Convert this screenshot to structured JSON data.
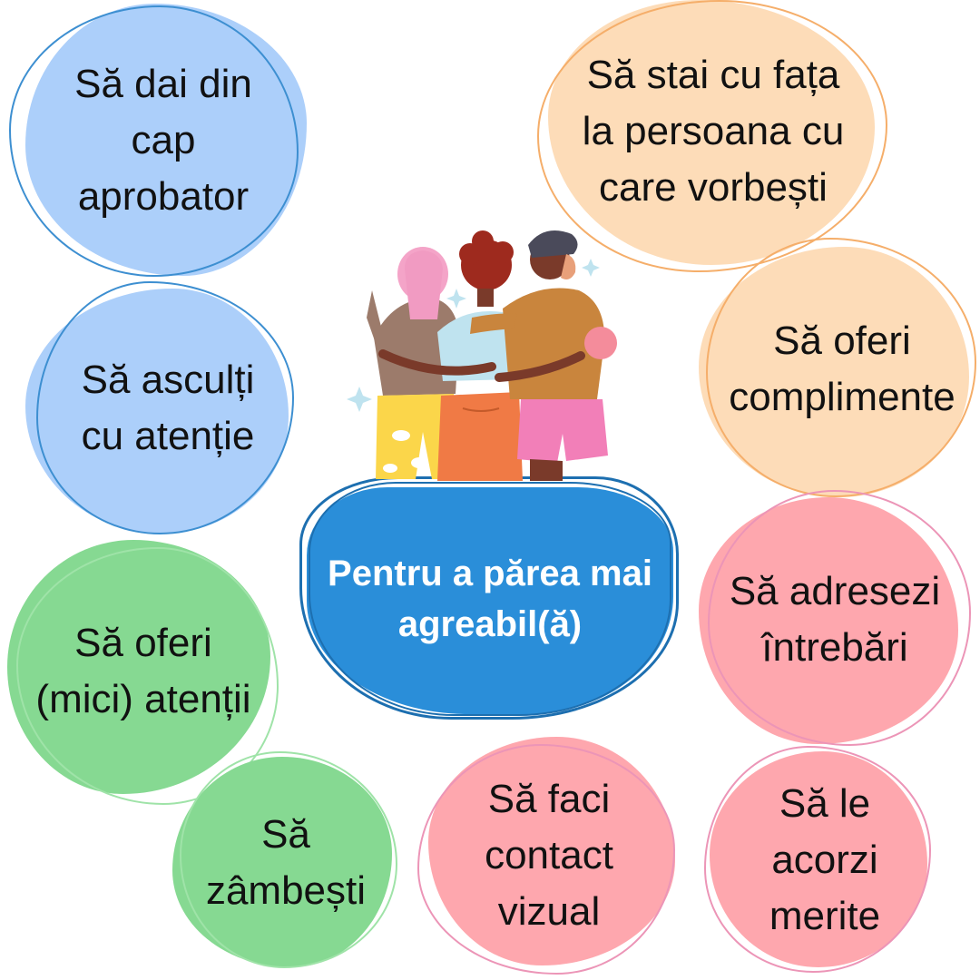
{
  "center": {
    "line1": "Pentru a părea mai",
    "line2": "agreabil(ă)"
  },
  "bubbles": {
    "nod": {
      "lines": [
        "Să dai din",
        "cap",
        "aprobator"
      ],
      "color": "#accffa"
    },
    "listen": {
      "lines": [
        "Să asculți",
        "cu atenție"
      ],
      "color": "#accffa"
    },
    "attentions": {
      "lines": [
        "Să oferi",
        "(mici) atenții"
      ],
      "color": "#86d992"
    },
    "smile": {
      "lines": [
        "Să",
        "zâmbești"
      ],
      "color": "#86d992"
    },
    "eye": {
      "lines": [
        "Să faci",
        "contact",
        "vizual"
      ],
      "color": "#fea7ae"
    },
    "face": {
      "lines": [
        "Să stai cu fața",
        "la persoana cu",
        "care vorbești"
      ],
      "color": "#fddcb8"
    },
    "compliments": {
      "lines": [
        "Să oferi",
        "complimente"
      ],
      "color": "#fddcb8"
    },
    "questions": {
      "lines": [
        "Să adresezi",
        "întrebări"
      ],
      "color": "#fea7ae"
    },
    "merits": {
      "lines": [
        "Să le",
        "acorzi",
        "merite"
      ],
      "color": "#fea7ae"
    }
  },
  "illustration": {
    "icon": "three-friends-hugging-illustration"
  },
  "colors": {
    "blue": "#accffa",
    "orange": "#fddcb8",
    "green": "#86d992",
    "pink": "#fea7ae",
    "center": "#2a8ed9"
  }
}
